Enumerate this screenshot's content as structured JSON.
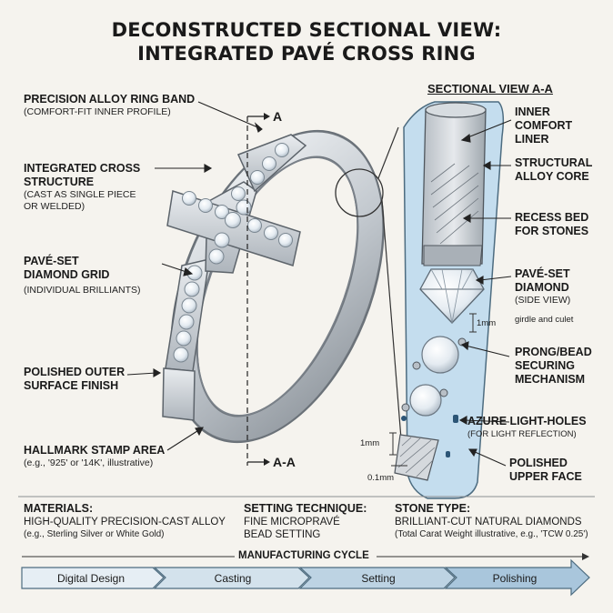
{
  "title": {
    "line1": "DECONSTRUCTED SECTIONAL VIEW:",
    "line2": "INTEGRATED PAVÉ CROSS RING"
  },
  "section_marks": {
    "a_top": "A",
    "aa_bottom": "A-A"
  },
  "left_labels": [
    {
      "title1": "PRECISION ALLOY RING BAND",
      "title2": "",
      "sub1": "(COMFORT-FIT INNER PROFILE)",
      "sub2": ""
    },
    {
      "title1": "INTEGRATED CROSS",
      "title2": "STRUCTURE",
      "sub1": "(CAST AS SINGLE PIECE",
      "sub2": "OR WELDED)"
    },
    {
      "title1": "PAVÉ-SET",
      "title2": "DIAMOND GRID",
      "sub1": "(INDIVIDUAL BRILLIANTS)",
      "sub2": ""
    },
    {
      "title1": "POLISHED OUTER",
      "title2": "SURFACE FINISH",
      "sub1": "",
      "sub2": ""
    },
    {
      "title1": "HALLMARK STAMP AREA",
      "title2": "",
      "sub1": "(e.g., '925' or '14K', illustrative)",
      "sub2": ""
    }
  ],
  "sectional": {
    "title": "SECTIONAL VIEW A-A",
    "labels": [
      {
        "l1": "INNER",
        "l2": "COMFORT",
        "l3": "LINER",
        "sub": ""
      },
      {
        "l1": "STRUCTURAL",
        "l2": "ALLOY CORE",
        "l3": "",
        "sub": ""
      },
      {
        "l1": "RECESS BED",
        "l2": "FOR STONES",
        "l3": "",
        "sub": ""
      },
      {
        "l1": "PAVÉ-SET",
        "l2": "DIAMOND",
        "l3": "",
        "sub": "(SIDE VIEW)"
      },
      {
        "l1": "PRONG/BEAD",
        "l2": "SECURING",
        "l3": "MECHANISM",
        "sub": ""
      },
      {
        "l1": "AZURE LIGHT-HOLES",
        "l2": "",
        "l3": "",
        "sub": "(FOR LIGHT REFLECTION)"
      },
      {
        "l1": "POLISHED",
        "l2": "UPPER FACE",
        "l3": "",
        "sub": ""
      }
    ],
    "girdle_note": "girdle and culet",
    "dim_1mm_a": "1mm",
    "dim_1mm_b": "1mm",
    "dim_01mm": "0.1mm"
  },
  "footer": {
    "materials": {
      "heading": "MATERIALS:",
      "text": "HIGH-QUALITY PRECISION-CAST ALLOY",
      "sub": "(e.g., Sterling Silver or White Gold)"
    },
    "setting": {
      "heading": "SETTING TECHNIQUE:",
      "text1": "FINE MICROPRAVÉ",
      "text2": "BEAD SETTING"
    },
    "stone": {
      "heading": "STONE TYPE:",
      "text": "BRILLIANT-CUT NATURAL DIAMONDS",
      "sub": "(Total Carat Weight illustrative, e.g., 'TCW 0.25')"
    }
  },
  "cycle": {
    "title": "MANUFACTURING CYCLE",
    "steps": [
      "Digital Design",
      "Casting",
      "Setting",
      "Polishing"
    ],
    "colors": [
      "#e6eef4",
      "#d3e2ec",
      "#bdd3e3",
      "#a9c6dc"
    ]
  },
  "colors": {
    "metal": "#c9ced4",
    "metal_dark": "#8e959c",
    "azure": "#bcd7ea",
    "ink": "#1a1a1a"
  }
}
